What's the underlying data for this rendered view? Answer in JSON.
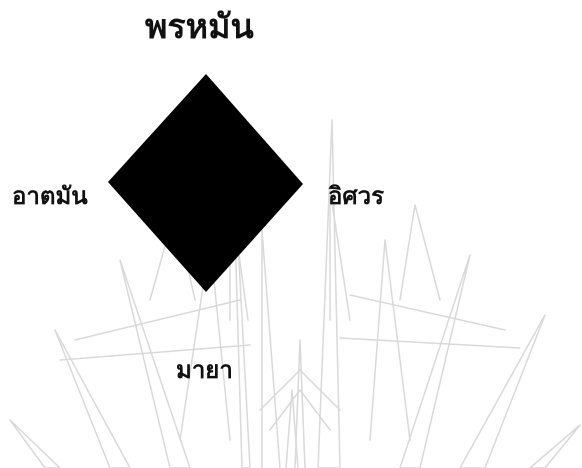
{
  "diagram": {
    "labels": {
      "top": "พรหมัน",
      "left": "อาตมัน",
      "right": "อิศวร",
      "bottom": "มายา"
    },
    "shape": "diamond",
    "colors": {
      "diamond_fill": "#000000",
      "text": "#111111",
      "watermark_stroke": "#d9d9d9"
    },
    "background_watermark": "faint emblem"
  }
}
